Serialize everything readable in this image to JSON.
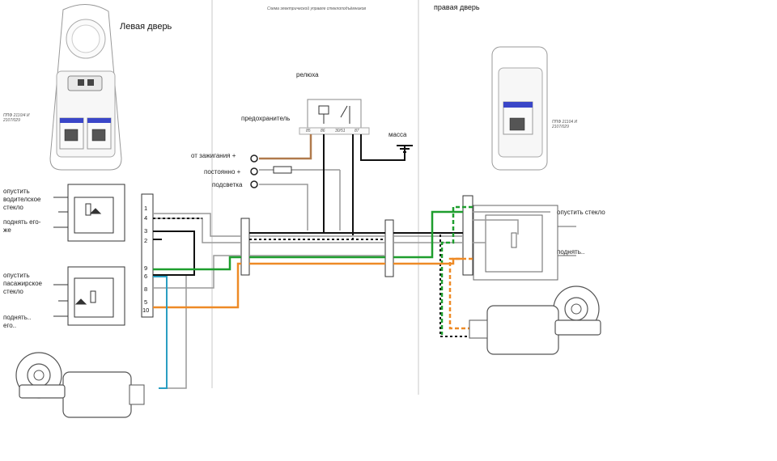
{
  "title_scheme": "Схема электрической управле стеклоподъёмников",
  "left_door_title": "Левая дверь",
  "right_door_title": "правая дверь",
  "relay_label": "релюха",
  "fuse_label": "предохранитель",
  "ground_label": "масса",
  "inputs": {
    "ignition": "от зажигания +",
    "constant": "постоянно +",
    "backlight": "подсветка"
  },
  "left_labels": {
    "driver_down": "опустить\nводителское\nстекло",
    "driver_up": "поднять его-\nже",
    "pass_down": "опустить\nпасажирское\nстекло",
    "pass_up": "поднять..\nего.."
  },
  "right_labels": {
    "down": "опустить стекло",
    "up": "поднять.."
  },
  "left_connector_pins": [
    "1",
    "4",
    "3",
    "2",
    "9",
    "6",
    "8",
    "5",
    "10"
  ],
  "relay_pins": [
    "85",
    "86",
    "30/51",
    "87"
  ],
  "part_label_left": "ППФ 2110/4 И\n2107/029",
  "part_label_right": "ППФ 21104 И\n2107/029",
  "colors": {
    "green_wire": "#1e9e2e",
    "orange_wire": "#ee8a26",
    "blue_wire": "#2a9ec2",
    "brown_wire": "#b07a4c",
    "switch_blue": "#3a46c8"
  }
}
